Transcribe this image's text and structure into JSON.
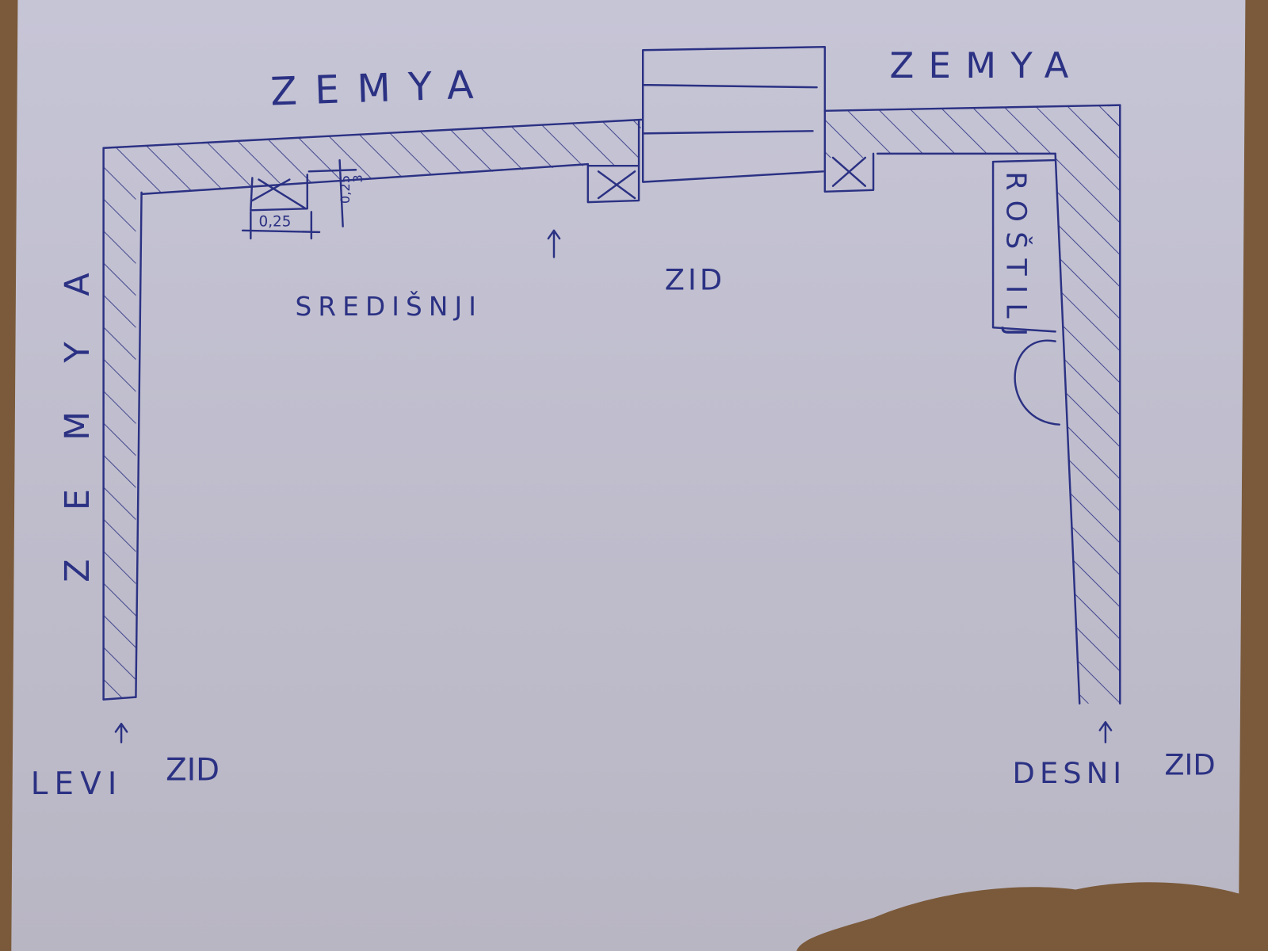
{
  "colors": {
    "paper": "#c4c3d3",
    "ink": "#2b3183",
    "table": "#7a5a3a"
  },
  "labels": {
    "earth_top_left": "ZEMYA",
    "earth_top_right": "ZEMYA",
    "earth_left": "ZEMYA",
    "central_wall_1": "SREDIŠNJI",
    "central_wall_2": "ZID",
    "left_wall_1": "LEVI",
    "left_wall_2": "ZID",
    "right_wall_1": "DESNI",
    "right_wall_2": "ZID",
    "grill": "ROŠTILJ"
  },
  "dimensions": {
    "width": "0,25",
    "depth": "0,25",
    "height": "3"
  }
}
